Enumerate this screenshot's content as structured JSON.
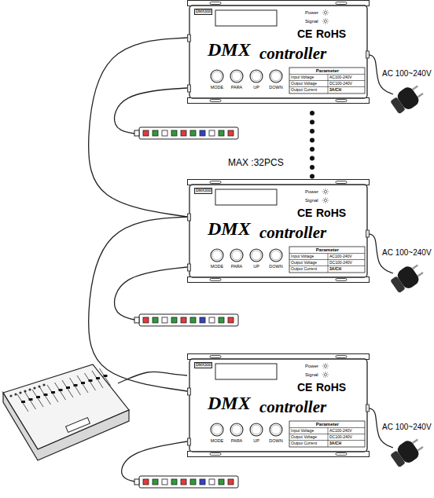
{
  "diagram": {
    "nodes": [
      {
        "text": [
          "DMX300",
          "Power",
          "Signal",
          "CE",
          "RoHS",
          "DMX",
          "controller",
          "MODE",
          "PARA",
          "UP",
          "DOWN",
          "Parameter",
          "Input Voltage",
          "AC100-240V",
          "Output Voltage",
          "DC100-240V",
          "Output Current",
          "3A/CH"
        ]
      },
      {
        "text": [
          "DMX300",
          "Power",
          "Signal",
          "CE",
          "RoHS",
          "DMX",
          "controller",
          "MODE",
          "PARA",
          "UP",
          "DOWN",
          "Parameter",
          "Input Voltage",
          "AC100-240V",
          "Output Voltage",
          "DC100-240V",
          "Output Current",
          "3A/CH"
        ]
      },
      {
        "text": [
          "DMX300",
          "Power",
          "Signal",
          "CE",
          "RoHS",
          "DMX",
          "controller",
          "MODE",
          "PARA",
          "UP",
          "DOWN",
          "Parameter",
          "Input Voltage",
          "AC100-240V",
          "Output Voltage",
          "DC100-240V",
          "Output Current",
          "3A/CH"
        ]
      }
    ],
    "edges": [
      {
        "from": 0,
        "to": 1,
        "arrow": "none"
      },
      {
        "from": 1,
        "to": 2,
        "arrow": "none"
      }
    ],
    "labels": [
      "MAX :32PCS",
      "AC 100~240V",
      "AC 100~240V",
      "AC 100~240V"
    ]
  }
}
